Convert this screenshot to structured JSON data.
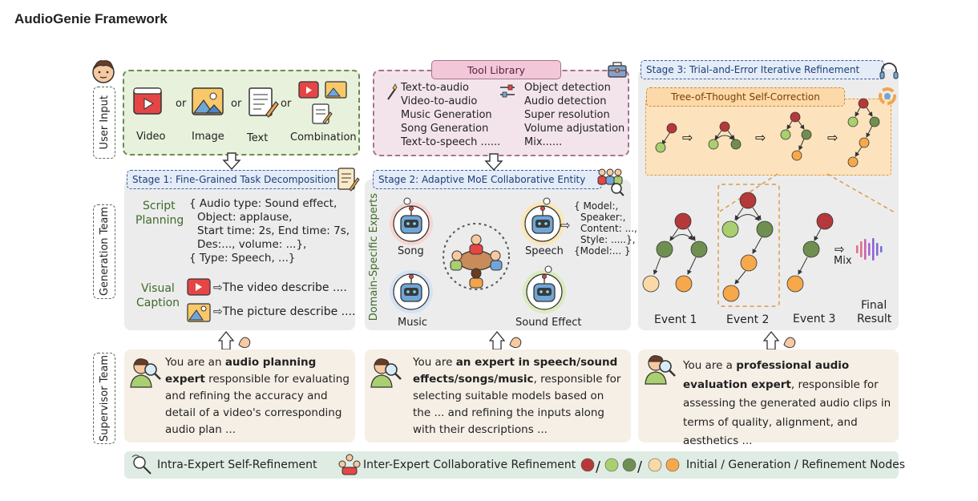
{
  "page_title": "AudioGenie Framework",
  "side_labels": {
    "user_input": "User Input",
    "generation_team": "Generation Team",
    "supervisor_team": "Supervisor Team"
  },
  "user_input": {
    "items": [
      "Video",
      "Image",
      "Text",
      "Combination"
    ],
    "or": "or"
  },
  "tool_library": {
    "title": "Tool Library",
    "left": [
      "Text-to-audio",
      "Video-to-audio",
      "Music Generation",
      "Song Generation",
      "Text-to-speech ......"
    ],
    "right": [
      "Object detection",
      "Audio detection",
      "Super resolution",
      "Volume adjustation",
      "Mix......"
    ]
  },
  "stage1": {
    "title": "Stage 1: Fine-Grained Task Decomposition",
    "script_label_1": "Script",
    "script_label_2": "Planning",
    "script_lines": [
      "{ Audio type: Sound effect,",
      "Object: applause,",
      "Start time: 2s, End time: 7s,",
      "Des:..., volume: ...},",
      "{ Type: Speech, ...}"
    ],
    "caption_label_1": "Visual",
    "caption_label_2": "Caption",
    "caption_video": "The video describe ....",
    "caption_picture": "The picture describe ...."
  },
  "stage2": {
    "title": "Stage 2: Adaptive MoE Collaborative Entity",
    "side": "Domain-Specific Experts",
    "experts": [
      "Song",
      "Speech",
      "Music",
      "Sound Effect"
    ],
    "speech_lines": [
      "{ Model:,",
      "Speaker:,",
      "Content: ...,",
      "Style: .....},",
      "{Model:... }"
    ]
  },
  "stage3": {
    "title": "Stage 3: Trial-and-Error Iterative Refinement",
    "tot_title": "Tree-of-Thought Self-Correction",
    "events": [
      "Event 1",
      "Event 2",
      "Event 3"
    ],
    "mix": "Mix",
    "final_1": "Final",
    "final_2": "Result"
  },
  "supervisors": {
    "s1_pre": "You are an ",
    "s1_bold": "audio planning expert",
    "s1_post": " responsible for evaluating and refining the accuracy and detail of a video's corresponding audio plan ...",
    "s2_pre": "You are ",
    "s2_bold": "an expert in speech/sound effects/songs/music",
    "s2_post": ", responsible for selecting suitable models based on the ... and refining the inputs along with their descriptions ...",
    "s3_pre": "You are a ",
    "s3_bold": "professional audio evaluation expert",
    "s3_post": ", responsible for assessing the generated audio clips in terms of quality, alignment, and aesthetics ..."
  },
  "legend": {
    "intra": "Intra-Expert Self-Refinement",
    "inter": "Inter-Expert Collaborative Refinement",
    "nodes": "Initial / Generation / Refinement Nodes",
    "slash": "/"
  },
  "colors": {
    "initial": "#b5393a",
    "generation_light": "#a9cf6e",
    "generation_dark": "#6f8f50",
    "refinement_light": "#fbd9a6",
    "refinement": "#f6a84a"
  }
}
